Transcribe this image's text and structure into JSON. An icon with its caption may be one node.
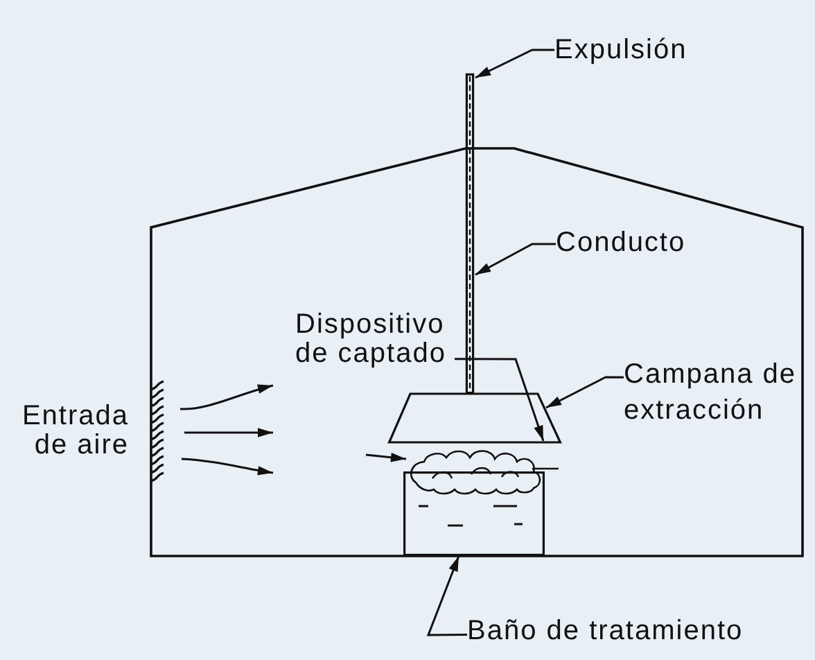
{
  "diagram": {
    "nodes": [
      {
        "text": [
          "Expulsión"
        ]
      },
      {
        "text": [
          "Conducto"
        ]
      },
      {
        "text": [
          "Dispositivo de captado"
        ]
      },
      {
        "text": [
          "Campana de extracción"
        ]
      },
      {
        "text": [
          "Baño de tratamiento"
        ]
      },
      {
        "text": [],
        "shape": "bar"
      },
      {
        "text": [],
        "shape": "trapezoid"
      },
      {
        "text": [],
        "shape": "box"
      }
    ],
    "edges": [
      {
        "from": 0,
        "to": 5,
        "arrow": "to"
      },
      {
        "from": 1,
        "to": 5,
        "arrow": "to"
      },
      {
        "from": 2,
        "to": 6,
        "arrow": "to"
      },
      {
        "from": 3,
        "to": 6,
        "arrow": "to"
      },
      {
        "from": 4,
        "to": 7,
        "arrow": "to"
      }
    ],
    "labels": [
      "Entrada de aire"
    ]
  }
}
